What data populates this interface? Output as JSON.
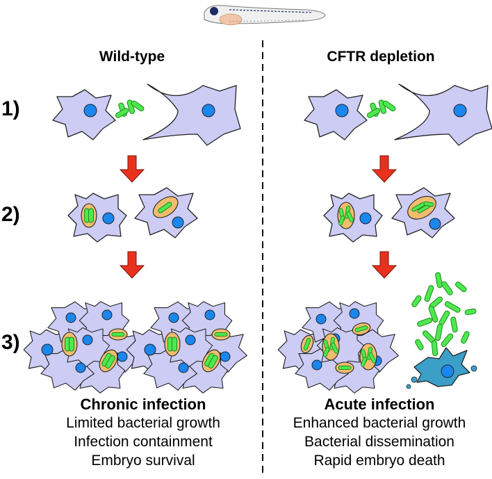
{
  "columns": {
    "left": {
      "title": "Wild-type"
    },
    "right": {
      "title": "CFTR depletion"
    }
  },
  "steps": [
    "1)",
    "2)",
    "3)"
  ],
  "outcomes": {
    "left": {
      "title": "Chronic infection",
      "lines": [
        "Limited bacterial growth",
        "Infection containment",
        "Embryo survival"
      ]
    },
    "right": {
      "title": "Acute infection",
      "lines": [
        "Enhanced bacterial growth",
        "Bacterial dissemination",
        "Rapid embryo death"
      ]
    }
  },
  "colors": {
    "cell": "#ccccf5",
    "nucleus": "#1a86ee",
    "bacteria": "#4ee84e",
    "vacuole": "#f2bc6e",
    "arrow": "#e8321e",
    "dead_cell": "#3c9fc8"
  },
  "icons": {
    "top": "zebrafish-larva-icon"
  }
}
